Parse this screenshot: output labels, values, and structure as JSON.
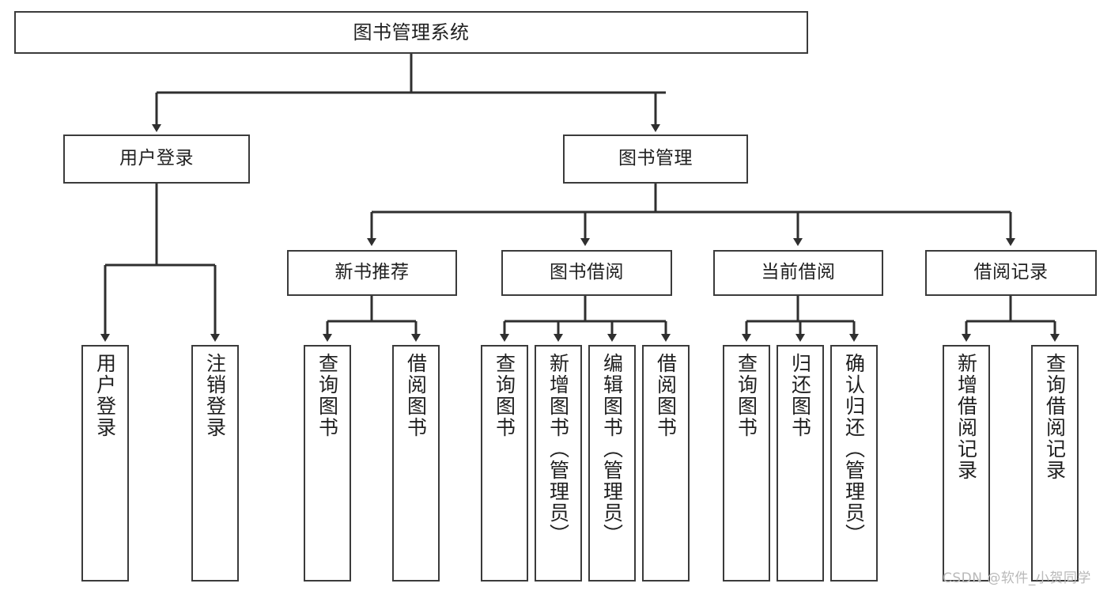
{
  "diagram": {
    "title": "图书管理系统",
    "watermark": "CSDN @软件_小贺同学",
    "colors": {
      "box_border": "#3b3b3b",
      "box_fill": "#ffffff",
      "line": "#2f2f2f",
      "text": "#1f1f1f",
      "watermark": "#b9b9b9",
      "background": "#ffffff"
    },
    "nodes": {
      "root": "图书管理系统",
      "user_login": "用户登录",
      "book_manage": "图书管理",
      "new_book_rec": "新书推荐",
      "book_borrow": "图书借阅",
      "current_borrow": "当前借阅",
      "borrow_record": "借阅记录",
      "leaf_user_login": "用户登录",
      "leaf_logout": "注销登录",
      "leaf_query_book_1": "查询图书",
      "leaf_borrow_book_1": "借阅图书",
      "leaf_query_book_2": "查询图书",
      "leaf_add_book_admin": "新增图书（管理员）",
      "leaf_edit_book_admin": "编辑图书（管理员）",
      "leaf_borrow_book_2": "借阅图书",
      "leaf_query_book_3": "查询图书",
      "leaf_return_book": "归还图书",
      "leaf_confirm_return_admin": "确认归还（管理员）",
      "leaf_add_record": "新增借阅记录",
      "leaf_query_record": "查询借阅记录"
    },
    "hierarchy": {
      "图书管理系统": [
        "用户登录",
        "图书管理"
      ],
      "用户登录": [
        "用户登录",
        "注销登录"
      ],
      "图书管理": [
        "新书推荐",
        "图书借阅",
        "当前借阅",
        "借阅记录"
      ],
      "新书推荐": [
        "查询图书",
        "借阅图书"
      ],
      "图书借阅": [
        "查询图书",
        "新增图书（管理员）",
        "编辑图书（管理员）",
        "借阅图书"
      ],
      "当前借阅": [
        "查询图书",
        "归还图书",
        "确认归还（管理员）"
      ],
      "借阅记录": [
        "新增借阅记录",
        "查询借阅记录"
      ]
    }
  }
}
